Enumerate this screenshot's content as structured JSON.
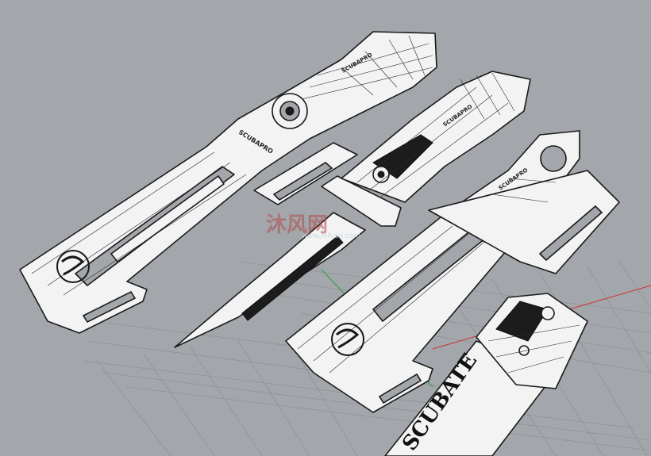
{
  "scene": {
    "background_color": "#a3a6aa",
    "grid_color": "#8f9296",
    "x_axis_color": "#cc3333",
    "y_axis_color": "#2e9e3a"
  },
  "objects": [
    {
      "name": "knife-sheath",
      "icon": "sheath-icon"
    },
    {
      "name": "dive-knife",
      "icon": "knife-icon"
    },
    {
      "name": "knife-sheath",
      "icon": "sheath-icon"
    },
    {
      "name": "strap-buckle",
      "icon": "buckle-icon"
    }
  ],
  "labels": {
    "brand_small": "SCUBAPRO",
    "strap_text": "SCUBATE"
  },
  "watermark": {
    "text": "沐风网",
    "url": "www.mfcad.com"
  }
}
